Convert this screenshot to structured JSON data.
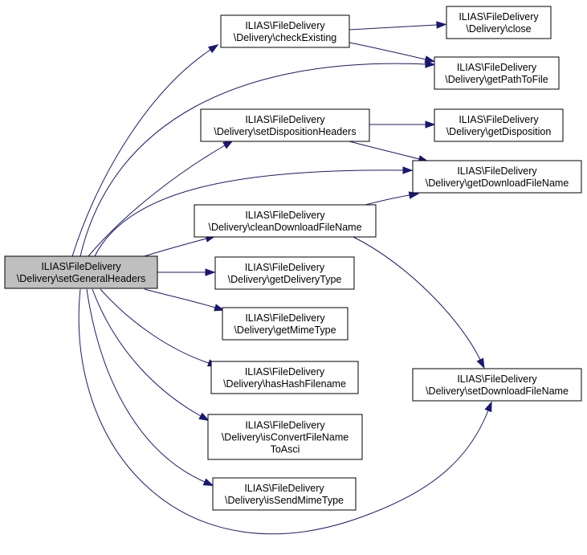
{
  "nodes": {
    "setGeneralHeaders": [
      "ILIAS\\FileDelivery",
      "\\Delivery\\setGeneralHeaders"
    ],
    "checkExisting": [
      "ILIAS\\FileDelivery",
      "\\Delivery\\checkExisting"
    ],
    "close": [
      "ILIAS\\FileDelivery",
      "\\Delivery\\close"
    ],
    "getPathToFile": [
      "ILIAS\\FileDelivery",
      "\\Delivery\\getPathToFile"
    ],
    "setDispositionHeaders": [
      "ILIAS\\FileDelivery",
      "\\Delivery\\setDispositionHeaders"
    ],
    "getDisposition": [
      "ILIAS\\FileDelivery",
      "\\Delivery\\getDisposition"
    ],
    "getDownloadFileName": [
      "ILIAS\\FileDelivery",
      "\\Delivery\\getDownloadFileName"
    ],
    "cleanDownloadFileName": [
      "ILIAS\\FileDelivery",
      "\\Delivery\\cleanDownloadFileName"
    ],
    "getDeliveryType": [
      "ILIAS\\FileDelivery",
      "\\Delivery\\getDeliveryType"
    ],
    "getMimeType": [
      "ILIAS\\FileDelivery",
      "\\Delivery\\getMimeType"
    ],
    "hasHashFilename": [
      "ILIAS\\FileDelivery",
      "\\Delivery\\hasHashFilename"
    ],
    "isConvertFileNameToAsci": [
      "ILIAS\\FileDelivery",
      "\\Delivery\\isConvertFileName",
      "ToAsci"
    ],
    "isSendMimeType": [
      "ILIAS\\FileDelivery",
      "\\Delivery\\isSendMimeType"
    ],
    "setDownloadFileName": [
      "ILIAS\\FileDelivery",
      "\\Delivery\\setDownloadFileName"
    ]
  },
  "edges": [
    [
      "setGeneralHeaders",
      "checkExisting"
    ],
    [
      "setGeneralHeaders",
      "getPathToFile"
    ],
    [
      "setGeneralHeaders",
      "setDispositionHeaders"
    ],
    [
      "setGeneralHeaders",
      "getDownloadFileName"
    ],
    [
      "setGeneralHeaders",
      "cleanDownloadFileName"
    ],
    [
      "setGeneralHeaders",
      "getDeliveryType"
    ],
    [
      "setGeneralHeaders",
      "getMimeType"
    ],
    [
      "setGeneralHeaders",
      "hasHashFilename"
    ],
    [
      "setGeneralHeaders",
      "isConvertFileNameToAsci"
    ],
    [
      "setGeneralHeaders",
      "isSendMimeType"
    ],
    [
      "setGeneralHeaders",
      "setDownloadFileName"
    ],
    [
      "checkExisting",
      "close"
    ],
    [
      "checkExisting",
      "getPathToFile"
    ],
    [
      "setDispositionHeaders",
      "getDisposition"
    ],
    [
      "setDispositionHeaders",
      "getDownloadFileName"
    ],
    [
      "cleanDownloadFileName",
      "getDownloadFileName"
    ],
    [
      "cleanDownloadFileName",
      "setDownloadFileName"
    ]
  ],
  "colors": {
    "edge": "#191970",
    "node_border": "#000000",
    "root_fill": "#bfbfbf",
    "node_fill": "#ffffff"
  }
}
